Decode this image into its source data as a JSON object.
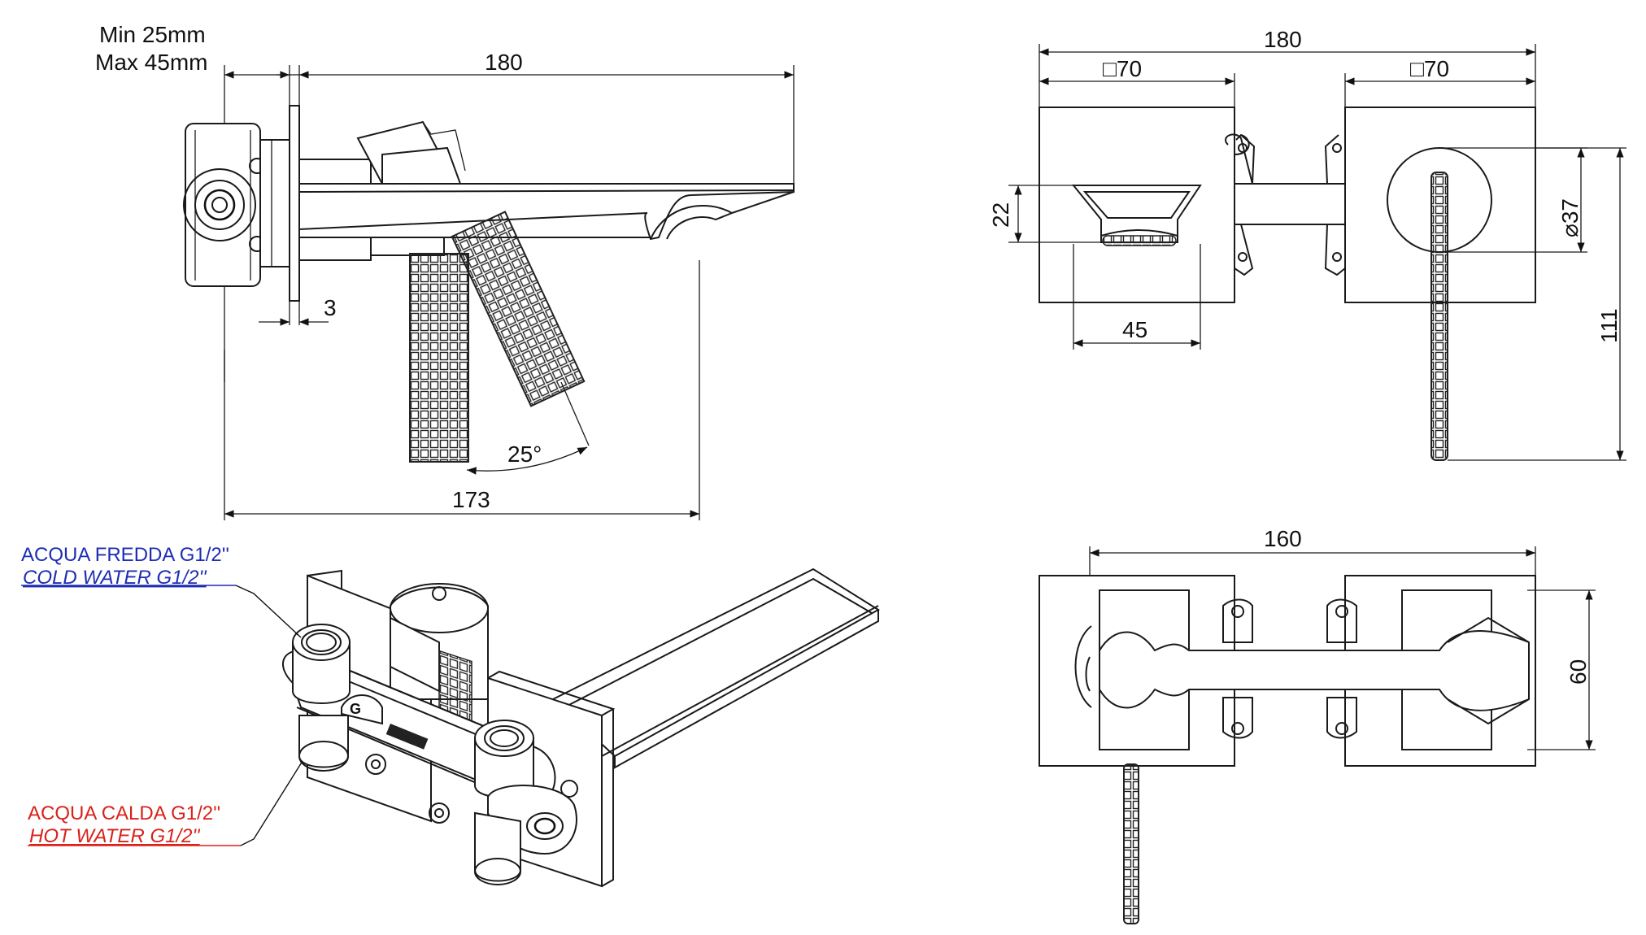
{
  "dimensions": {
    "side_wall_min": "Min 25mm",
    "side_wall_max": "Max 45mm",
    "side_length": "180",
    "side_plate": "3",
    "side_angle": "25°",
    "side_projection": "173",
    "front_width": "180",
    "front_plate_left": "□70",
    "front_plate_right": "□70",
    "front_spout_height": "22",
    "front_spout_width": "45",
    "front_rosette": "⌀37",
    "front_lever": "111",
    "rear_width": "160",
    "rear_height": "60"
  },
  "labels": {
    "cold_it": "ACQUA FREDDA G1/2''",
    "cold_en": "COLD WATER G1/2''",
    "hot_it": "ACQUA CALDA G1/2''",
    "hot_en": "HOT WATER G1/2''"
  },
  "colors": {
    "cold": "#1f2db3",
    "hot": "#d8231b",
    "line": "#1a1a1a"
  }
}
